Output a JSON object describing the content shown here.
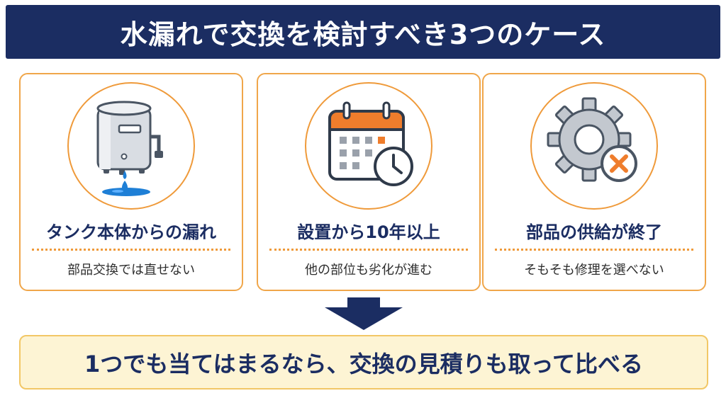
{
  "title": "水漏れで交換を検討すべき3つのケース",
  "colors": {
    "navy": "#1b2d62",
    "orange": "#ef9a3a",
    "card_border": "#f0a64a",
    "conclusion_bg": "#fdf4d4",
    "conclusion_border": "#f2c766",
    "water": "#1e7fd6"
  },
  "cases": [
    {
      "icon": "water-heater-leak-icon",
      "title": "タンク本体からの漏れ",
      "description": "部品交換では直せない"
    },
    {
      "icon": "calendar-clock-icon",
      "title": "設置から10年以上",
      "description": "他の部位も劣化が進む"
    },
    {
      "icon": "gear-cross-icon",
      "title": "部品の供給が終了",
      "description": "そもそも修理を選べない"
    }
  ],
  "arrow_icon": "down-arrow-icon",
  "conclusion": "1つでも当てはまるなら、交換の見積りも取って比べる"
}
